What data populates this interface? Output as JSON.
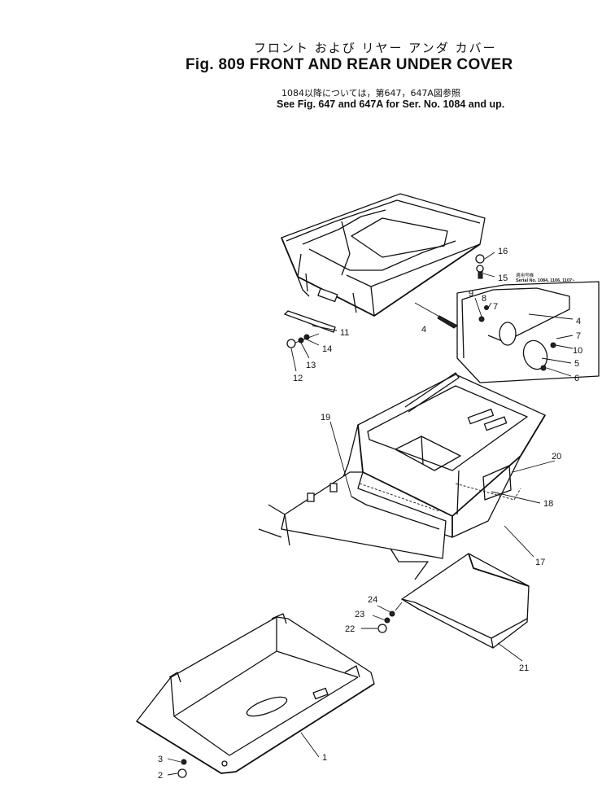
{
  "title": {
    "japanese": "フロント および リヤー アンダ カバー",
    "english": "Fig. 809 FRONT AND REAR UNDER COVER"
  },
  "note": {
    "japanese": "1084以降については，第647，647A図参照",
    "english": "See Fig. 647 and 647A for Ser. No. 1084 and up."
  },
  "inset": {
    "label_jp": "適用号機",
    "label_en": "Serial No. 1084, 1106, 1107~"
  },
  "callouts": [
    "1",
    "2",
    "3",
    "4",
    "4",
    "5",
    "6",
    "7",
    "7",
    "8",
    "9",
    "10",
    "11",
    "12",
    "13",
    "14",
    "15",
    "16",
    "17",
    "18",
    "19",
    "20",
    "21",
    "22",
    "23",
    "24"
  ]
}
